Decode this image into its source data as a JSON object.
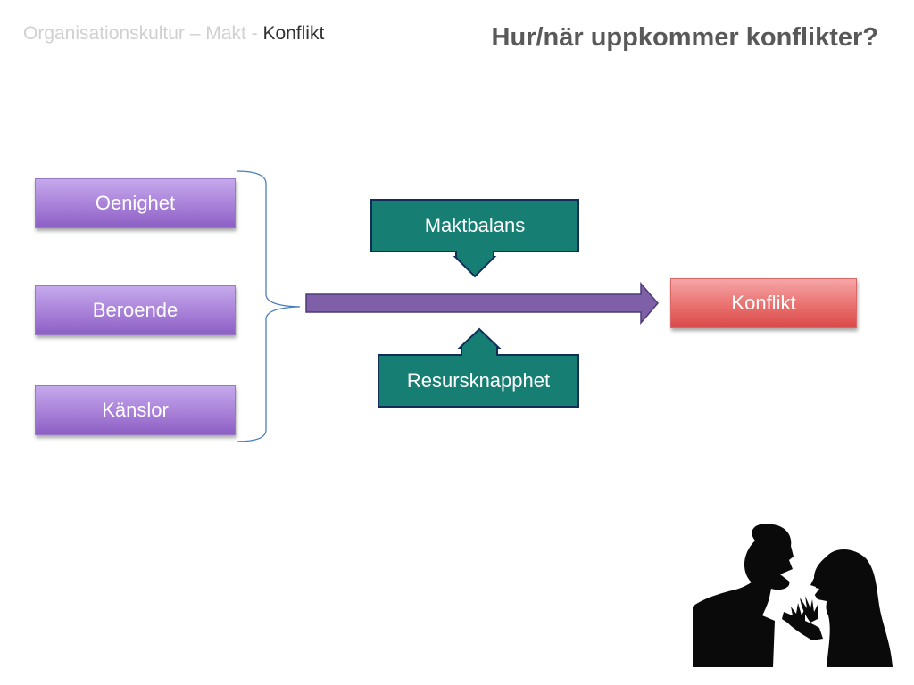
{
  "header": {
    "breadcrumb": {
      "part1": "Organisationskultur – Makt - ",
      "part2": "Konflikt"
    },
    "title": "Hur/när uppkommer konflikter?"
  },
  "diagram": {
    "sources": [
      {
        "label": "Oenighet"
      },
      {
        "label": "Beroende"
      },
      {
        "label": "Känslor"
      }
    ],
    "top_factor": "Maktbalans",
    "bottom_factor": "Resursknapphet",
    "result": "Konflikt"
  },
  "colors": {
    "purple": "#a880d8",
    "arrow_purple": "#7f5fa8",
    "teal": "#177e73",
    "teal_border": "#0f2f5a",
    "red": "#e9706f",
    "bracket": "#4a7ebb"
  },
  "image": {
    "icon": "arguing-couple-silhouette-icon"
  }
}
